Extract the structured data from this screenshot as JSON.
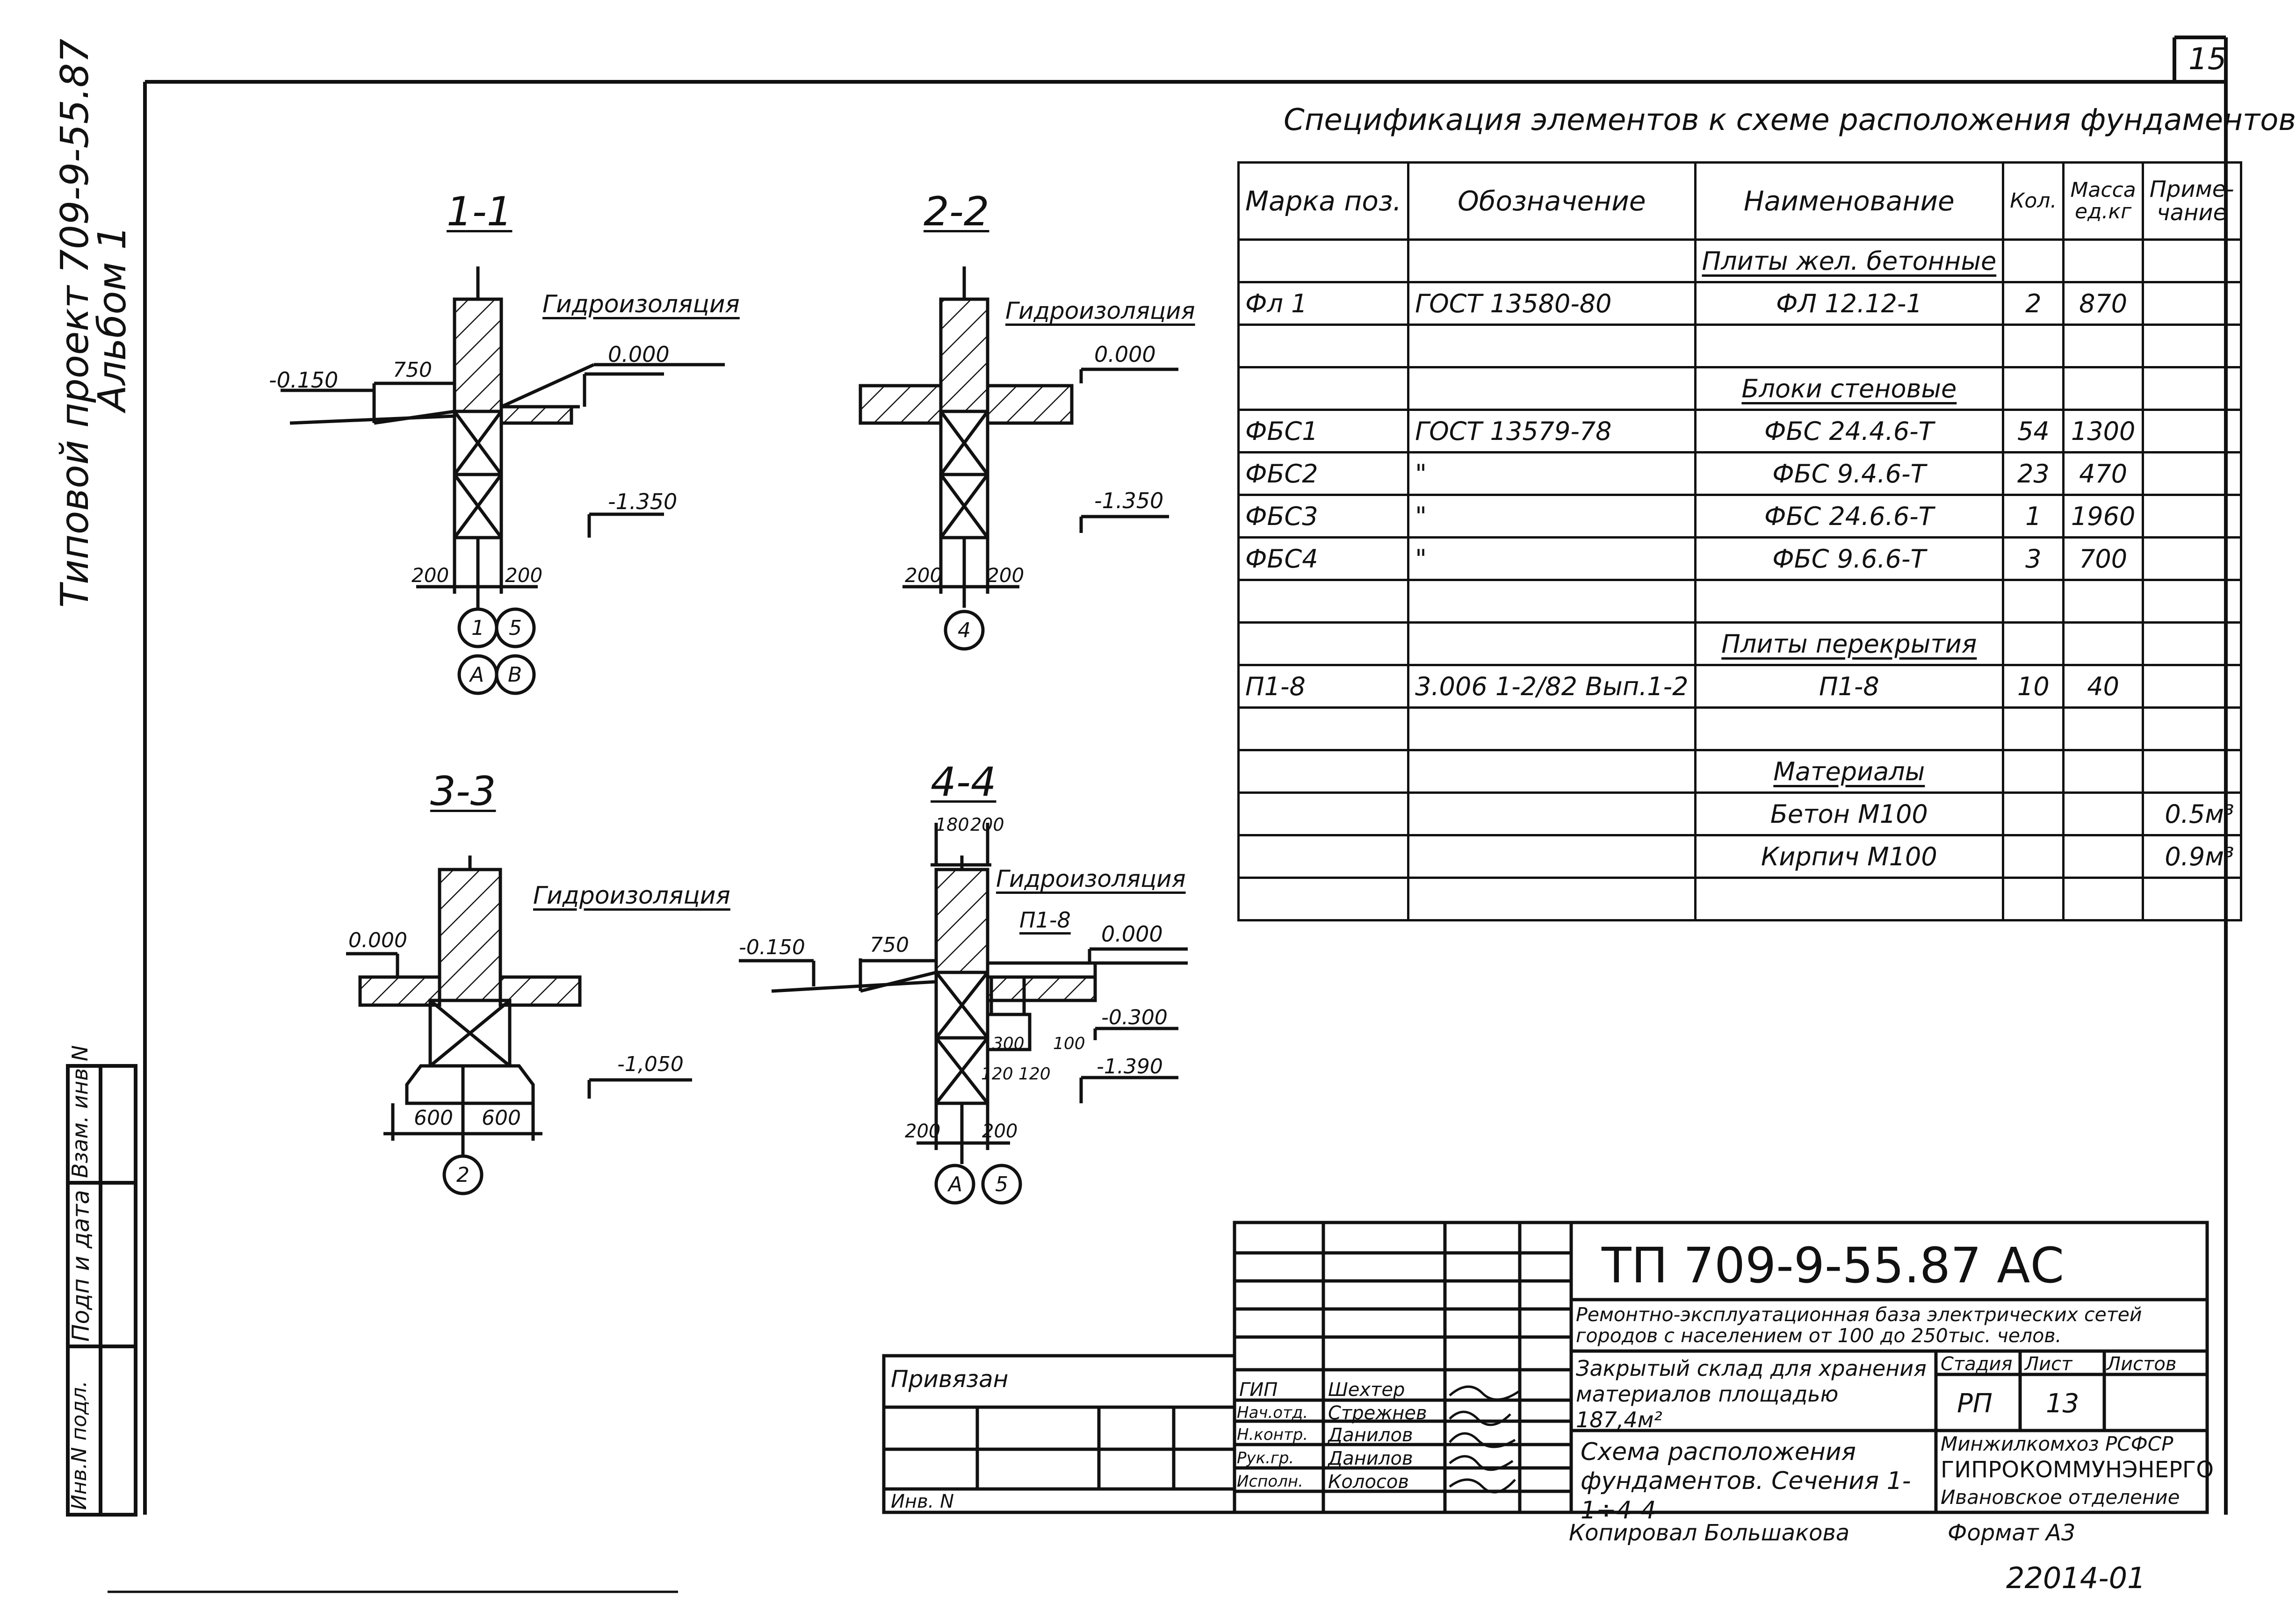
{
  "sheet_corner_number": "15",
  "vertical_margin": {
    "project": "Типовой проект 709-9-55.87",
    "album": "Альбом 1",
    "stamp_fields": [
      "Инв.N подл.",
      "Подп и дата",
      "Взам. инв.N"
    ]
  },
  "sections": [
    {
      "title": "1-1",
      "label": "Гидроизоляция",
      "levels": [
        "-0.150",
        "0.000",
        "-1.350"
      ],
      "dims": [
        "750",
        "200",
        "200"
      ],
      "axes_top": [
        "1",
        "5"
      ],
      "axes_bottom": [
        "А",
        "В"
      ]
    },
    {
      "title": "2-2",
      "label": "Гидроизоляция",
      "levels": [
        "0.000",
        "-1.350"
      ],
      "dims": [
        "200",
        "200"
      ],
      "axes_top": [
        "4"
      ]
    },
    {
      "title": "3-3",
      "label": "Гидроизоляция",
      "levels": [
        "0.000",
        "-1,050"
      ],
      "dims": [
        "600",
        "600"
      ],
      "axes_top": [
        "2"
      ]
    },
    {
      "title": "4-4",
      "label": "Гидроизоляция",
      "slab_mark": "П1-8",
      "levels": [
        "-0.150",
        "0.000",
        "-0.300",
        "-1.390"
      ],
      "dims": [
        "180",
        "200",
        "750",
        "300",
        "100",
        "120",
        "120",
        "200",
        "200"
      ],
      "axes_top": [
        "А",
        "5"
      ]
    }
  ],
  "spec": {
    "title": "Спецификация элементов к схеме расположения фундаментов",
    "headers": [
      "Марка поз.",
      "Обозначение",
      "Наименование",
      "Кол.",
      "Масса ед.кг",
      "Приме-чание"
    ],
    "rows": [
      {
        "mark": "",
        "code": "",
        "name": "Плиты жел. бетонные",
        "qty": "",
        "mass": "",
        "note": "",
        "group": true
      },
      {
        "mark": "Фл 1",
        "code": "ГОСТ 13580-80",
        "name": "ФЛ 12.12-1",
        "qty": "2",
        "mass": "870",
        "note": ""
      },
      {
        "mark": "",
        "code": "",
        "name": "",
        "qty": "",
        "mass": "",
        "note": ""
      },
      {
        "mark": "",
        "code": "",
        "name": "Блоки стеновые",
        "qty": "",
        "mass": "",
        "note": "",
        "group": true
      },
      {
        "mark": "ФБС1",
        "code": "ГОСТ 13579-78",
        "name": "ФБС 24.4.6-Т",
        "qty": "54",
        "mass": "1300",
        "note": ""
      },
      {
        "mark": "ФБС2",
        "code": "\"",
        "name": "ФБС 9.4.6-Т",
        "qty": "23",
        "mass": "470",
        "note": ""
      },
      {
        "mark": "ФБС3",
        "code": "\"",
        "name": "ФБС 24.6.6-Т",
        "qty": "1",
        "mass": "1960",
        "note": ""
      },
      {
        "mark": "ФБС4",
        "code": "\"",
        "name": "ФБС 9.6.6-Т",
        "qty": "3",
        "mass": "700",
        "note": ""
      },
      {
        "mark": "",
        "code": "",
        "name": "",
        "qty": "",
        "mass": "",
        "note": ""
      },
      {
        "mark": "",
        "code": "",
        "name": "Плиты перекрытия",
        "qty": "",
        "mass": "",
        "note": "",
        "group": true
      },
      {
        "mark": "П1-8",
        "code": "3.006 1-2/82 Вып.1-2",
        "name": "П1-8",
        "qty": "10",
        "mass": "40",
        "note": ""
      },
      {
        "mark": "",
        "code": "",
        "name": "",
        "qty": "",
        "mass": "",
        "note": ""
      },
      {
        "mark": "",
        "code": "",
        "name": "Материалы",
        "qty": "",
        "mass": "",
        "note": "",
        "group": true
      },
      {
        "mark": "",
        "code": "",
        "name": "Бетон М100",
        "qty": "",
        "mass": "",
        "note": "0.5м³"
      },
      {
        "mark": "",
        "code": "",
        "name": "Кирпич М100",
        "qty": "",
        "mass": "",
        "note": "0.9м³"
      },
      {
        "mark": "",
        "code": "",
        "name": "",
        "qty": "",
        "mass": "",
        "note": ""
      }
    ]
  },
  "title_block": {
    "doc_code": "ТП 709-9-55.87 АС",
    "project_name": "Ремонтно-эксплуатационная база электрических сетей городов с населением от 100 до 250тыс. челов.",
    "building": "Закрытый склад для хранения материалов площадью 187,4м²",
    "sheet_title": "Схема расположения фундаментов. Сечения 1-1÷4-4",
    "stage_label": "Стадия",
    "sheet_label": "Лист",
    "sheets_label": "Листов",
    "stage": "РП",
    "sheet": "13",
    "org": [
      "Минжилкомхоз РСФСР",
      "ГИПРОКОММУНЭНЕРГО",
      "Ивановское отделение"
    ],
    "roles": [
      {
        "role": "ГИП",
        "name": "Шехтер"
      },
      {
        "role": "Нач.отд.",
        "name": "Стрежнев"
      },
      {
        "role": "Н.контр.",
        "name": "Данилов"
      },
      {
        "role": "Рук.гр.",
        "name": "Данилов"
      },
      {
        "role": "Исполн.",
        "name": "Колосов"
      }
    ],
    "bound_label": "Привязан",
    "inv_label": "Инв. N",
    "copied": "Копировал Большакова",
    "format": "Формат А3"
  },
  "archive_number": "22014-01"
}
